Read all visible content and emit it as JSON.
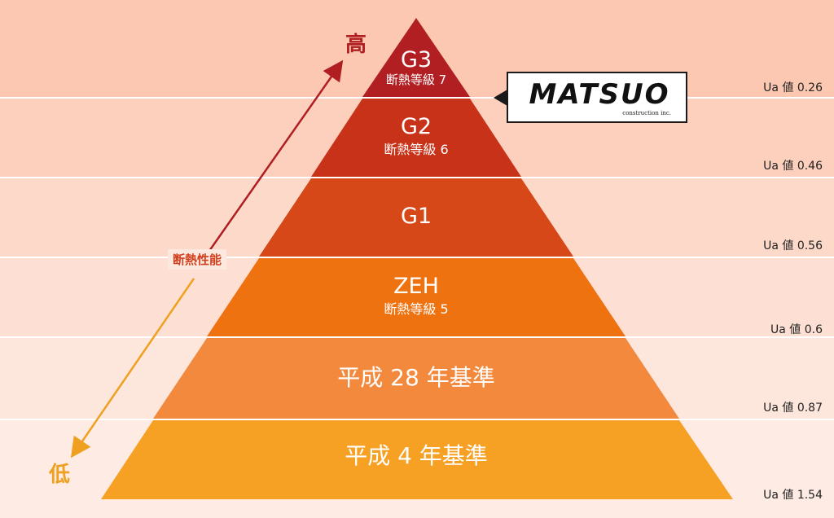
{
  "colors": {
    "band_backgrounds": [
      "#fcc8b2",
      "#fcd0bd",
      "#fdd9c9",
      "#fde0d3",
      "#fde6dc",
      "#feebe3"
    ],
    "tier_fills": [
      "#b21f23",
      "#c83218",
      "#d64818",
      "#ee7210",
      "#f3893c",
      "#f6a024"
    ],
    "arrow_high": "#b01e22",
    "arrow_low": "#f0a020",
    "axis_label": "#d2411e"
  },
  "tiers": [
    {
      "name": "G3",
      "subtitle": "断熱等級 7",
      "ua": "Ua 値 0.26"
    },
    {
      "name": "G2",
      "subtitle": "断熱等級 6",
      "ua": "Ua 値 0.46"
    },
    {
      "name": "G1",
      "subtitle": "",
      "ua": "Ua 値 0.56"
    },
    {
      "name": "ZEH",
      "subtitle": "断熱等級 5",
      "ua": "Ua 値 0.6"
    },
    {
      "name": "平成 28 年基準",
      "subtitle": "",
      "ua": "Ua 値 0.87"
    },
    {
      "name": "平成 4 年基準",
      "subtitle": "",
      "ua": "Ua 値 1.54"
    }
  ],
  "axis": {
    "high": "高",
    "low": "低",
    "label": "断熱性能"
  },
  "logo": {
    "wordmark": "MATSUO",
    "tagline": "construction inc."
  }
}
